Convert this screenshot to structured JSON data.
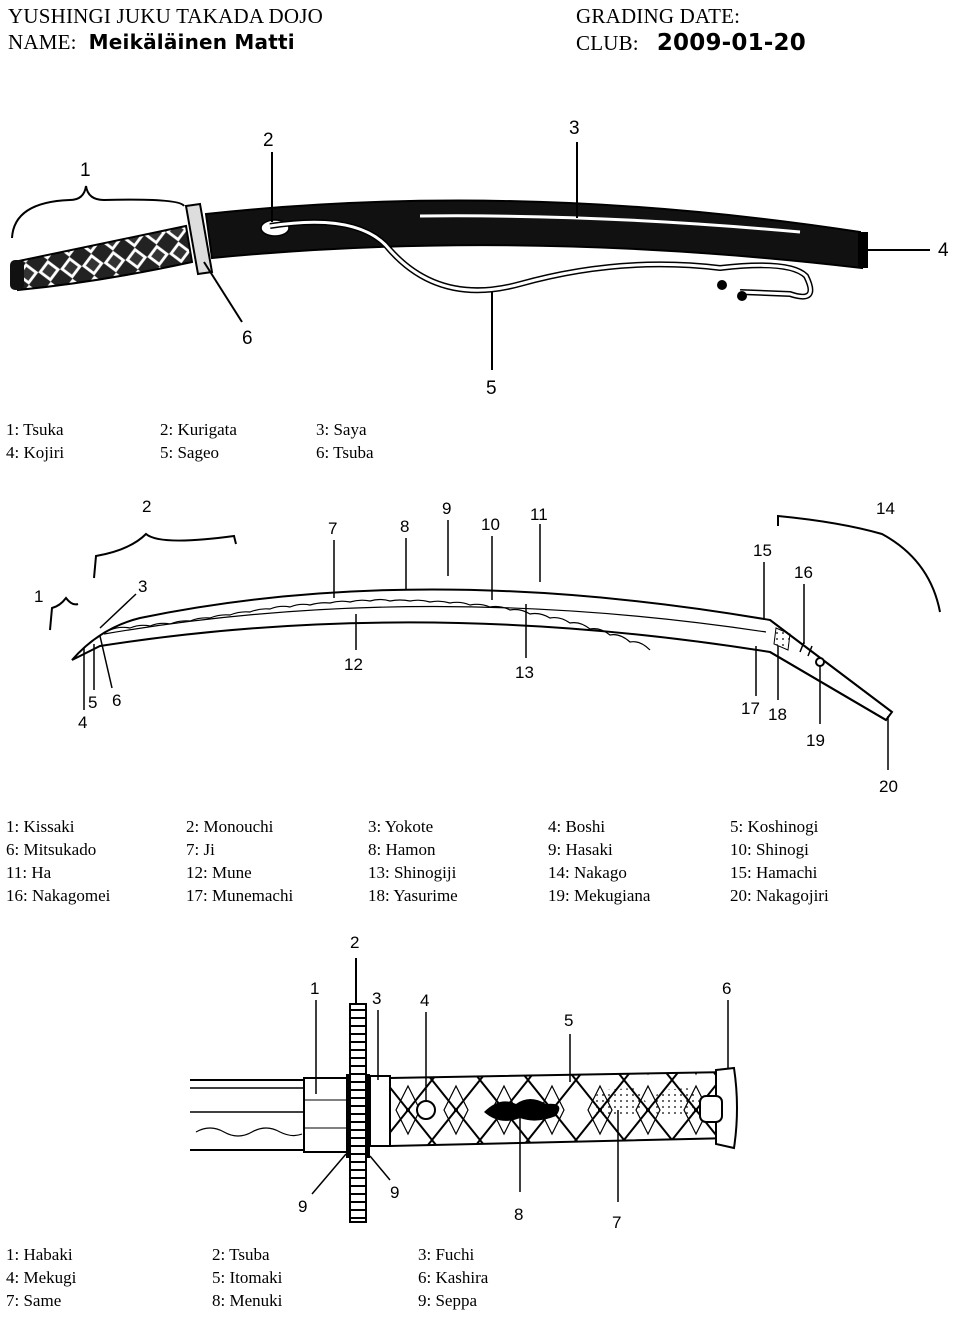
{
  "header": {
    "dojo": "YUSHINGI JUKU TAKADA DOJO",
    "name_label": "NAME:",
    "name_value": "Meikäläinen Matti",
    "grading_date_label": "GRADING DATE:",
    "club_label": "CLUB:",
    "club_value": "2009-01-20"
  },
  "diagram1": {
    "callouts": [
      "1",
      "2",
      "3",
      "4",
      "5",
      "6"
    ],
    "legend": [
      "1: Tsuka",
      "2: Kurigata",
      "3: Saya",
      "4: Kojiri",
      "5: Sageo",
      "6: Tsuba"
    ]
  },
  "diagram2": {
    "callouts": [
      "1",
      "2",
      "3",
      "4",
      "5",
      "6",
      "7",
      "8",
      "9",
      "10",
      "11",
      "12",
      "13",
      "14",
      "15",
      "16",
      "17",
      "18",
      "19",
      "20"
    ],
    "legend": [
      "1: Kissaki",
      "2: Monouchi",
      "3: Yokote",
      "4: Boshi",
      "5: Koshinogi",
      "6: Mitsukado",
      "7: Ji",
      "8: Hamon",
      "9: Hasaki",
      "10: Shinogi",
      "11: Ha",
      "12: Mune",
      "13: Shinogiji",
      "14: Nakago",
      "15: Hamachi",
      "16: Nakagomei",
      "17: Munemachi",
      "18: Yasurime",
      "19: Mekugiana",
      "20: Nakagojiri"
    ]
  },
  "diagram3": {
    "callouts": [
      "1",
      "2",
      "3",
      "4",
      "5",
      "6",
      "7",
      "8",
      "9",
      "9"
    ],
    "legend": [
      "1: Habaki",
      "2: Tsuba",
      "3: Fuchi",
      "4: Mekugi",
      "5: Itomaki",
      "6: Kashira",
      "7: Same",
      "8: Menuki",
      "9: Seppa"
    ]
  }
}
